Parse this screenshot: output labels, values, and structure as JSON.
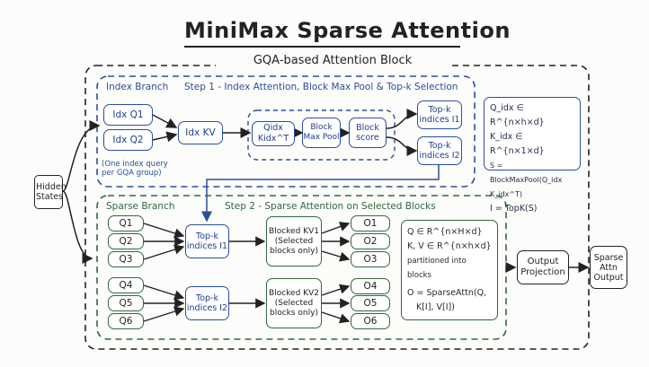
{
  "title": "MiniMax Sparse Attention",
  "gqa_label": "GQA-based Attention Block",
  "hidden_states": "Hidden States",
  "index_branch": {
    "label": "Index Branch",
    "step_label": "Step 1 - Index Attention, Block Max Pool & Top-k Selection",
    "q1": "Idx Q1",
    "q2": "Idx Q2",
    "note": "(One index query per GQA group)",
    "kv": "Idx KV",
    "qk": "Qidx Kidx^T",
    "pool": "Block Max Pool",
    "score": "Block score",
    "topk1": "Top-k indices I1",
    "topk2": "Top-k indices I2"
  },
  "index_math": [
    "Q_idx ∈ R^{n×h×d}",
    "K_idx ∈ R^{n×1×d}",
    "S = BlockMaxPool(Q_idx K_idx^T)",
    "I = TopK(S)"
  ],
  "sparse_branch": {
    "label": "Sparse Branch",
    "step_label": "Step 2 - Sparse Attention on Selected Blocks",
    "queries_g1": [
      "Q1",
      "Q2",
      "Q3"
    ],
    "queries_g2": [
      "Q4",
      "Q5",
      "Q6"
    ],
    "topk1": "Top-k indices I1",
    "topk2": "Top-k indices I2",
    "kv1": "Blocked KV1 (Selected blocks only)",
    "kv2": "Blocked KV2 (Selected blocks only)",
    "outputs_g1": [
      "O1",
      "O2",
      "O3"
    ],
    "outputs_g2": [
      "O4",
      "O5",
      "O6"
    ]
  },
  "sparse_math": [
    "Q ∈ R^{n×H×d}",
    "K, V ∈ R^{n×h×d}",
    "partitioned into blocks",
    "O = SparseAttn(Q,",
    "K[I], V[I])"
  ],
  "output_projection": "Output Projection",
  "sparse_output": "Sparse Attn Output",
  "colors": {
    "blue": "#2a4f9a",
    "green": "#2f6a3c",
    "ink": "#222222"
  }
}
